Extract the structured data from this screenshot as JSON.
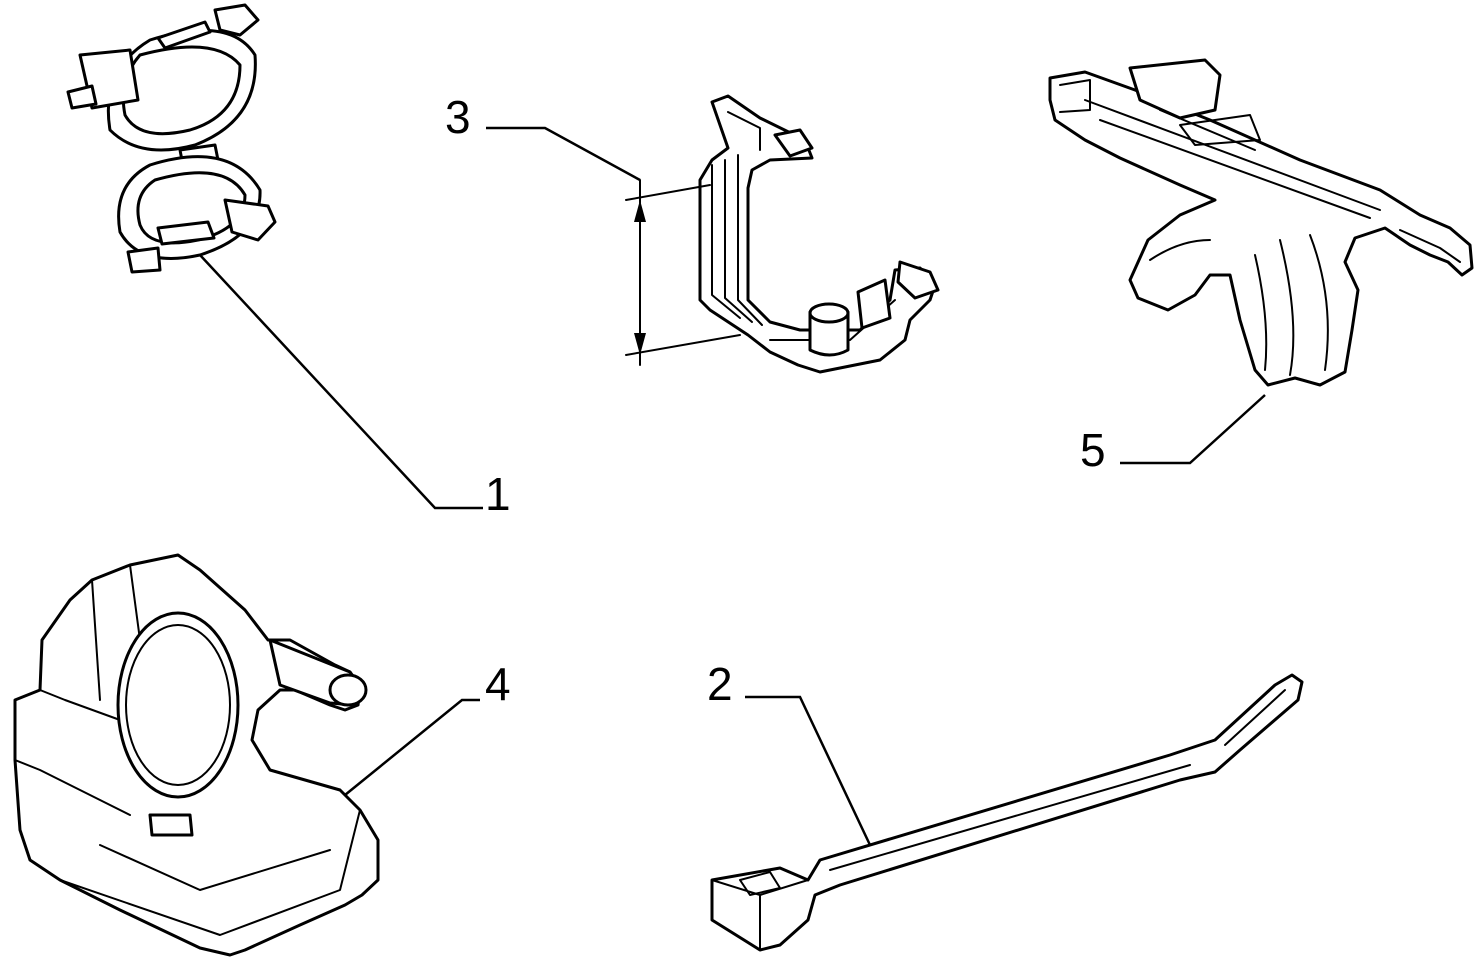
{
  "callouts": [
    {
      "id": "1",
      "label": "1",
      "part": "double-ring-clip"
    },
    {
      "id": "2",
      "label": "2",
      "part": "cable-tie"
    },
    {
      "id": "3",
      "label": "3",
      "part": "u-bracket-clip"
    },
    {
      "id": "4",
      "label": "4",
      "part": "pipe-holder-block"
    },
    {
      "id": "5",
      "label": "5",
      "part": "branch-harness-clip"
    }
  ],
  "colors": {
    "line": "#000000",
    "background": "#ffffff"
  }
}
